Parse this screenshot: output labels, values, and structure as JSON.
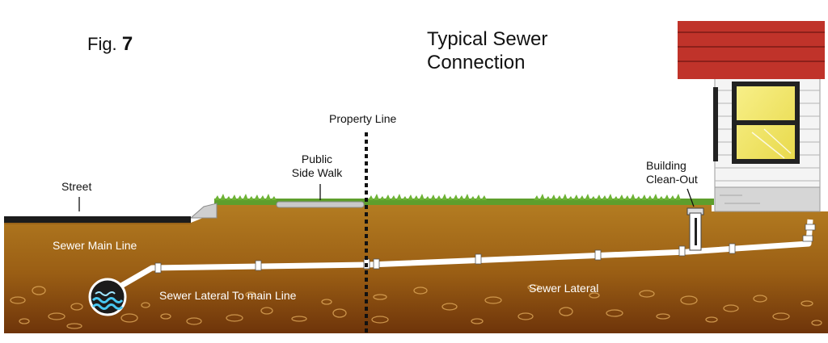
{
  "figure": {
    "prefix": "Fig.",
    "number": "7"
  },
  "title": {
    "line1": "Typical Sewer",
    "line2": "Connection"
  },
  "labels": {
    "street": "Street",
    "public_sidewalk_line1": "Public",
    "public_sidewalk_line2": "Side Walk",
    "property_line": "Property Line",
    "building_cleanout_line1": "Building",
    "building_cleanout_line2": "Clean-Out",
    "sewer_main_line": "Sewer Main Line",
    "sewer_lateral_to_main": "Sewer Lateral To main Line",
    "sewer_lateral": "Sewer Lateral"
  },
  "colors": {
    "soil_top": "#b07a1c",
    "soil_bottom": "#7a3c0c",
    "grass": "#5e9e2c",
    "pipe": "#ffffff",
    "roof": "#c0332a",
    "window": "#f3e86a",
    "siding": "#f4f4f4",
    "street": "#1c1c1c",
    "sidewalk": "#c9c9c9"
  }
}
